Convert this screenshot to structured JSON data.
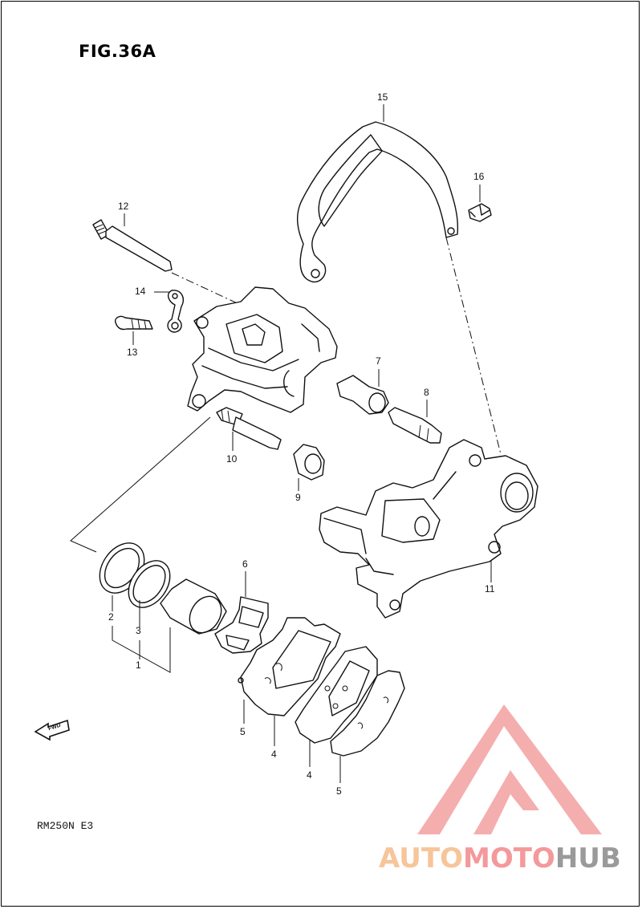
{
  "figure": {
    "title": "FIG.36A",
    "model": "RM250N E3"
  },
  "part_labels": [
    {
      "id": "1",
      "text": "1"
    },
    {
      "id": "2",
      "text": "2"
    },
    {
      "id": "3",
      "text": "3"
    },
    {
      "id": "4a",
      "text": "4"
    },
    {
      "id": "4b",
      "text": "4"
    },
    {
      "id": "5a",
      "text": "5"
    },
    {
      "id": "5b",
      "text": "5"
    },
    {
      "id": "6",
      "text": "6"
    },
    {
      "id": "7",
      "text": "7"
    },
    {
      "id": "8",
      "text": "8"
    },
    {
      "id": "9",
      "text": "9"
    },
    {
      "id": "10",
      "text": "10"
    },
    {
      "id": "11",
      "text": "11"
    },
    {
      "id": "12",
      "text": "12"
    },
    {
      "id": "13",
      "text": "13"
    },
    {
      "id": "14",
      "text": "14"
    },
    {
      "id": "15",
      "text": "15"
    },
    {
      "id": "16",
      "text": "16"
    }
  ],
  "fwd_arrow": {
    "text": "FWD",
    "icon": "fwd-arrow-icon"
  },
  "watermark": {
    "logo_icon": "automotohub-triangle-logo",
    "text_part1": "AUTO",
    "text_part2": "MOTO",
    "text_part3": "HUB",
    "colors": {
      "auto": "#f6c59a",
      "moto": "#f4999b",
      "hub": "#9a9a9a",
      "logo": "#f08c8c"
    }
  }
}
